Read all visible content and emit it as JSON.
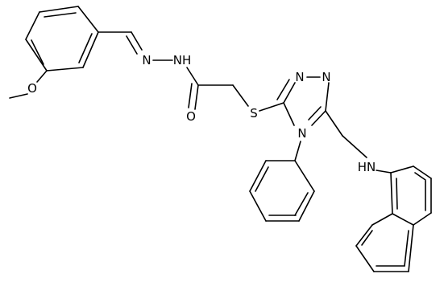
{
  "atoms": {
    "o_methoxy": "O",
    "n_hydrazone": "N",
    "nh_hydrazide": "NH",
    "o_carbonyl": "O",
    "s_thioether": "S",
    "n_triazole_a": "N",
    "n_triazole_b": "N",
    "n_triazole_4": "N",
    "nh_amine": "HN"
  }
}
